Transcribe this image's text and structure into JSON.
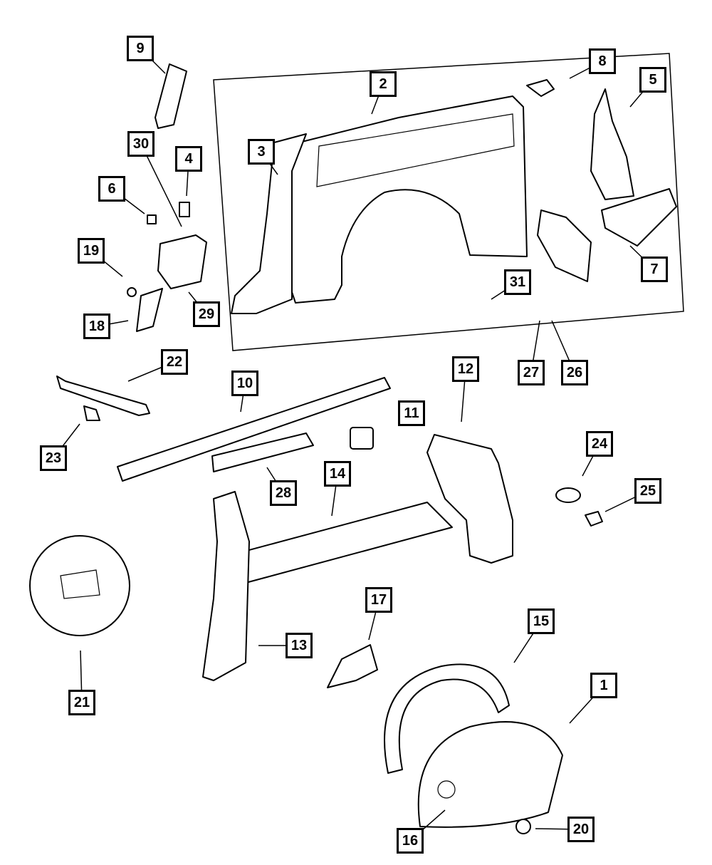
{
  "diagram": {
    "type": "exploded parts diagram",
    "line_color": "#000000",
    "background": "#ffffff",
    "callouts": [
      "1",
      "2",
      "3",
      "4",
      "5",
      "6",
      "7",
      "8",
      "9",
      "10",
      "11",
      "12",
      "13",
      "14",
      "15",
      "16",
      "17",
      "18",
      "19",
      "20",
      "21",
      "22",
      "23",
      "24",
      "25",
      "26",
      "27",
      "28",
      "29",
      "30",
      "31"
    ]
  }
}
